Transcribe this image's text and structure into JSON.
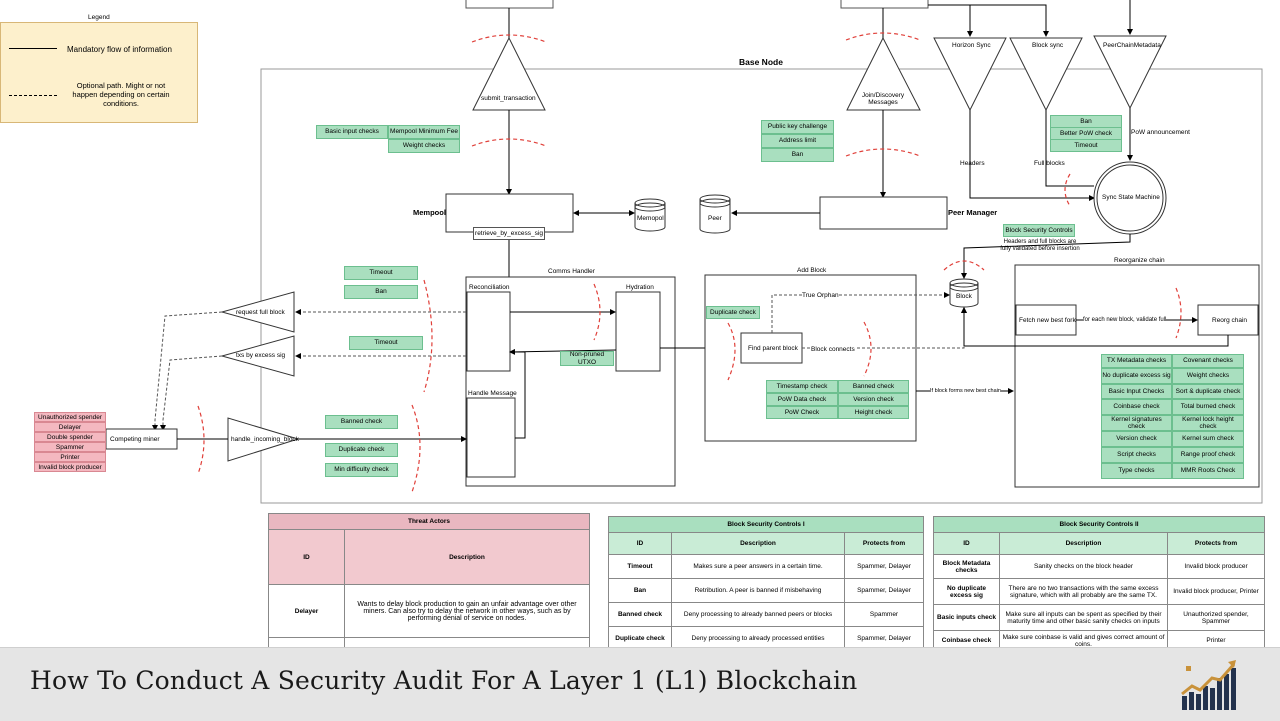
{
  "legend": {
    "title": "Legend",
    "mandatory": "Mandatory flow of information",
    "optional": "Optional path. Might or not happen depending on certain conditions."
  },
  "base_node": "Base Node",
  "top": {
    "submit": "submit_transaction",
    "join": "Join/Discovery Messages",
    "horizon": "Horizon Sync",
    "block_sync": "Block sync",
    "peerchain": "PeerChainMetadata",
    "pow_ann": "PoW announcement",
    "headers": "Headers",
    "full_blocks": "Full blocks"
  },
  "checks": {
    "basic_input": "Basic input checks",
    "mempool_min_fee": "Mempool Minimum Fee",
    "weight": "Weight checks",
    "pk_challenge": "Public key challenge",
    "address_limit": "Address limit",
    "ban": "Ban",
    "better_pow": "Better PoW check",
    "timeout": "Timeout",
    "duplicate": "Duplicate check",
    "banned": "Banned check",
    "min_difficulty": "Min difficulty check",
    "non_pruned": "Non-pruned UTXO",
    "timestamp": "Timestamp check",
    "banned_check": "Banned check",
    "pow_data": "PoW Data check",
    "version": "Version check",
    "pow": "PoW Check",
    "height": "Height check"
  },
  "mempool": {
    "label": "Mempool",
    "retrieve": "retrieve_by_excess_sig",
    "store": "Memopol"
  },
  "peer": {
    "store": "Peer",
    "label": "Peer Manager"
  },
  "sync_state": "Sync State Machine",
  "bsc": {
    "label": "Block Security Controls",
    "note": "Headers and full blocks are fully validated before insertion"
  },
  "block_store": "Block",
  "comms": {
    "label": "Comms Handler",
    "reconciliation": "Reconciliation",
    "hydration": "Hydration",
    "handle_message": "Handle Message"
  },
  "addblock": {
    "label": "Add Block",
    "true_orphan": "True Orphan",
    "find_parent": "Find parent block",
    "block_connects": "Block connects",
    "new_best": "If block forms new best chain"
  },
  "reorg": {
    "label": "Reorganize chain",
    "fetch": "Fetch new best fork",
    "for_each": "for each new block, validate full",
    "reorg_chain": "Reorg chain",
    "left": [
      "TX Metadata checks",
      "No duplicate excess sig",
      "Basic Input Checks",
      "Coinbase check",
      "Kernel signatures check",
      "Version check",
      "Script checks",
      "Type checks"
    ],
    "right": [
      "Covenant checks",
      "Weight checks",
      "Sort & duplicate check",
      "Total burned check",
      "Kernel lock height check",
      "Kernel sum check",
      "Range proof check",
      "MMR Roots Check"
    ]
  },
  "left": {
    "request_full": "request full block",
    "txs_excess": "txs by excess sig",
    "handle_incoming": "handle_incoming_block",
    "competing": "Competing miner",
    "actors": [
      "Unauthorized spender",
      "Delayer",
      "Double spender",
      "Spammer",
      "Printer",
      "Invalid block producer"
    ]
  },
  "threat_table": {
    "title": "Threat Actors",
    "col_id": "ID",
    "col_desc": "Description",
    "rows": [
      {
        "id": "Delayer",
        "desc": "Wants to delay block production to gain an unfair advantage over other miners. Can also try to delay the network in other ways, such as by performing denial of service on nodes."
      }
    ]
  },
  "bsc1": {
    "title": "Block Security Controls I",
    "cols": [
      "ID",
      "Description",
      "Protects from"
    ],
    "rows": [
      [
        "Timeout",
        "Makes sure a peer answers in a certain time.",
        "Spammer, Delayer"
      ],
      [
        "Ban",
        "Retribution. A peer is banned if misbehaving",
        "Spammer, Delayer"
      ],
      [
        "Banned check",
        "Deny processing to already banned peers or blocks",
        "Spammer"
      ],
      [
        "Duplicate check",
        "Deny processing to already processed entities",
        "Spammer, Delayer"
      ]
    ]
  },
  "bsc2": {
    "title": "Block Security Controls II",
    "cols": [
      "ID",
      "Description",
      "Protects from"
    ],
    "rows": [
      [
        "Block Metadata checks",
        "Sanity checks on the block header",
        "Invalid block producer"
      ],
      [
        "No duplicate excess sig",
        "There are no two transactions with the same excess signature, which with all probably are the same TX.",
        "Invalid block producer, Printer"
      ],
      [
        "Basic inputs check",
        "Make sure all inputs can be spent as specified by their maturity time and other basic sanity checks on inputs",
        "Unauthorized spender, Spammer"
      ],
      [
        "Coinbase check",
        "Make sure coinbase is valid and gives correct amount of coins.",
        "Printer"
      ]
    ]
  },
  "footer": {
    "title": "How To Conduct A Security Audit For A Layer 1 (L1) Blockchain"
  }
}
